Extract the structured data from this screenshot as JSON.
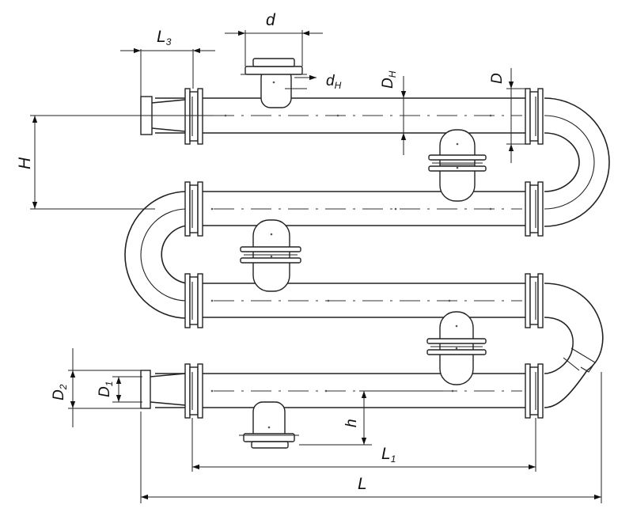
{
  "labels": {
    "L3_main": "L",
    "L3_sub": "3",
    "d": "d",
    "dH_main": "d",
    "dH_sub": "H",
    "DH_main": "D",
    "DH_sub": "H",
    "D": "D",
    "H": "H",
    "D2_main": "D",
    "D2_sub": "2",
    "D1_main": "D",
    "D1_sub": "1",
    "h": "h",
    "L1_main": "L",
    "L1_sub": "1",
    "L": "L"
  }
}
